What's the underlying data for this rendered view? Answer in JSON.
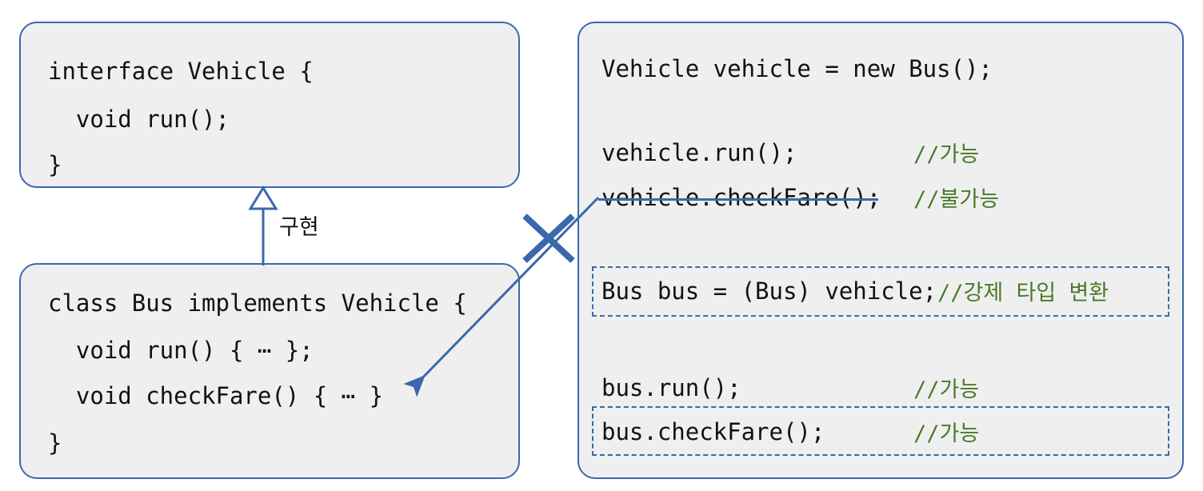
{
  "diagram": {
    "title": "Java interface implementation and type casting diagram",
    "colors": {
      "panel_border": "#3b68ad",
      "panel_fill": "#efefef",
      "code_text": "#121212",
      "comment_green": "#4a7a28",
      "connector_blue": "#3b68ad",
      "background": "#ffffff"
    }
  },
  "interface_panel": {
    "name": "interface-vehicle-panel",
    "lines": [
      "interface Vehicle {",
      "  void run();",
      "}"
    ]
  },
  "class_panel": {
    "name": "class-bus-panel",
    "lines": [
      "class Bus implements Vehicle {",
      "  void run() { ⋯ };",
      "  void checkFare() { ⋯ }",
      "}"
    ]
  },
  "uml": {
    "relation_label": "구현",
    "arrow_type": "hollow-triangle-generalization",
    "meaning": "Bus implements Vehicle"
  },
  "usage_panel": {
    "name": "usage-code-panel",
    "statements": [
      {
        "code": "Vehicle vehicle = new Bus();",
        "comment": "",
        "struck": false,
        "boxed": false
      },
      {
        "code": "vehicle.run();",
        "comment": "//가능",
        "struck": false,
        "boxed": false
      },
      {
        "code": "vehicle.checkFare();",
        "comment": "//불가능",
        "struck": true,
        "boxed": false
      },
      {
        "code": "Bus bus = (Bus) vehicle;",
        "comment": "//강제 타입 변환",
        "struck": false,
        "boxed": true
      },
      {
        "code": "bus.run();",
        "comment": "//가능",
        "struck": false,
        "boxed": false
      },
      {
        "code": "bus.checkFare();",
        "comment": "//가능",
        "struck": false,
        "boxed": true
      }
    ]
  },
  "cast_arrow": {
    "name": "cast-reference-arrow",
    "meaning": "vehicle reference actually points to a Bus object",
    "blocked_marker": "X"
  }
}
